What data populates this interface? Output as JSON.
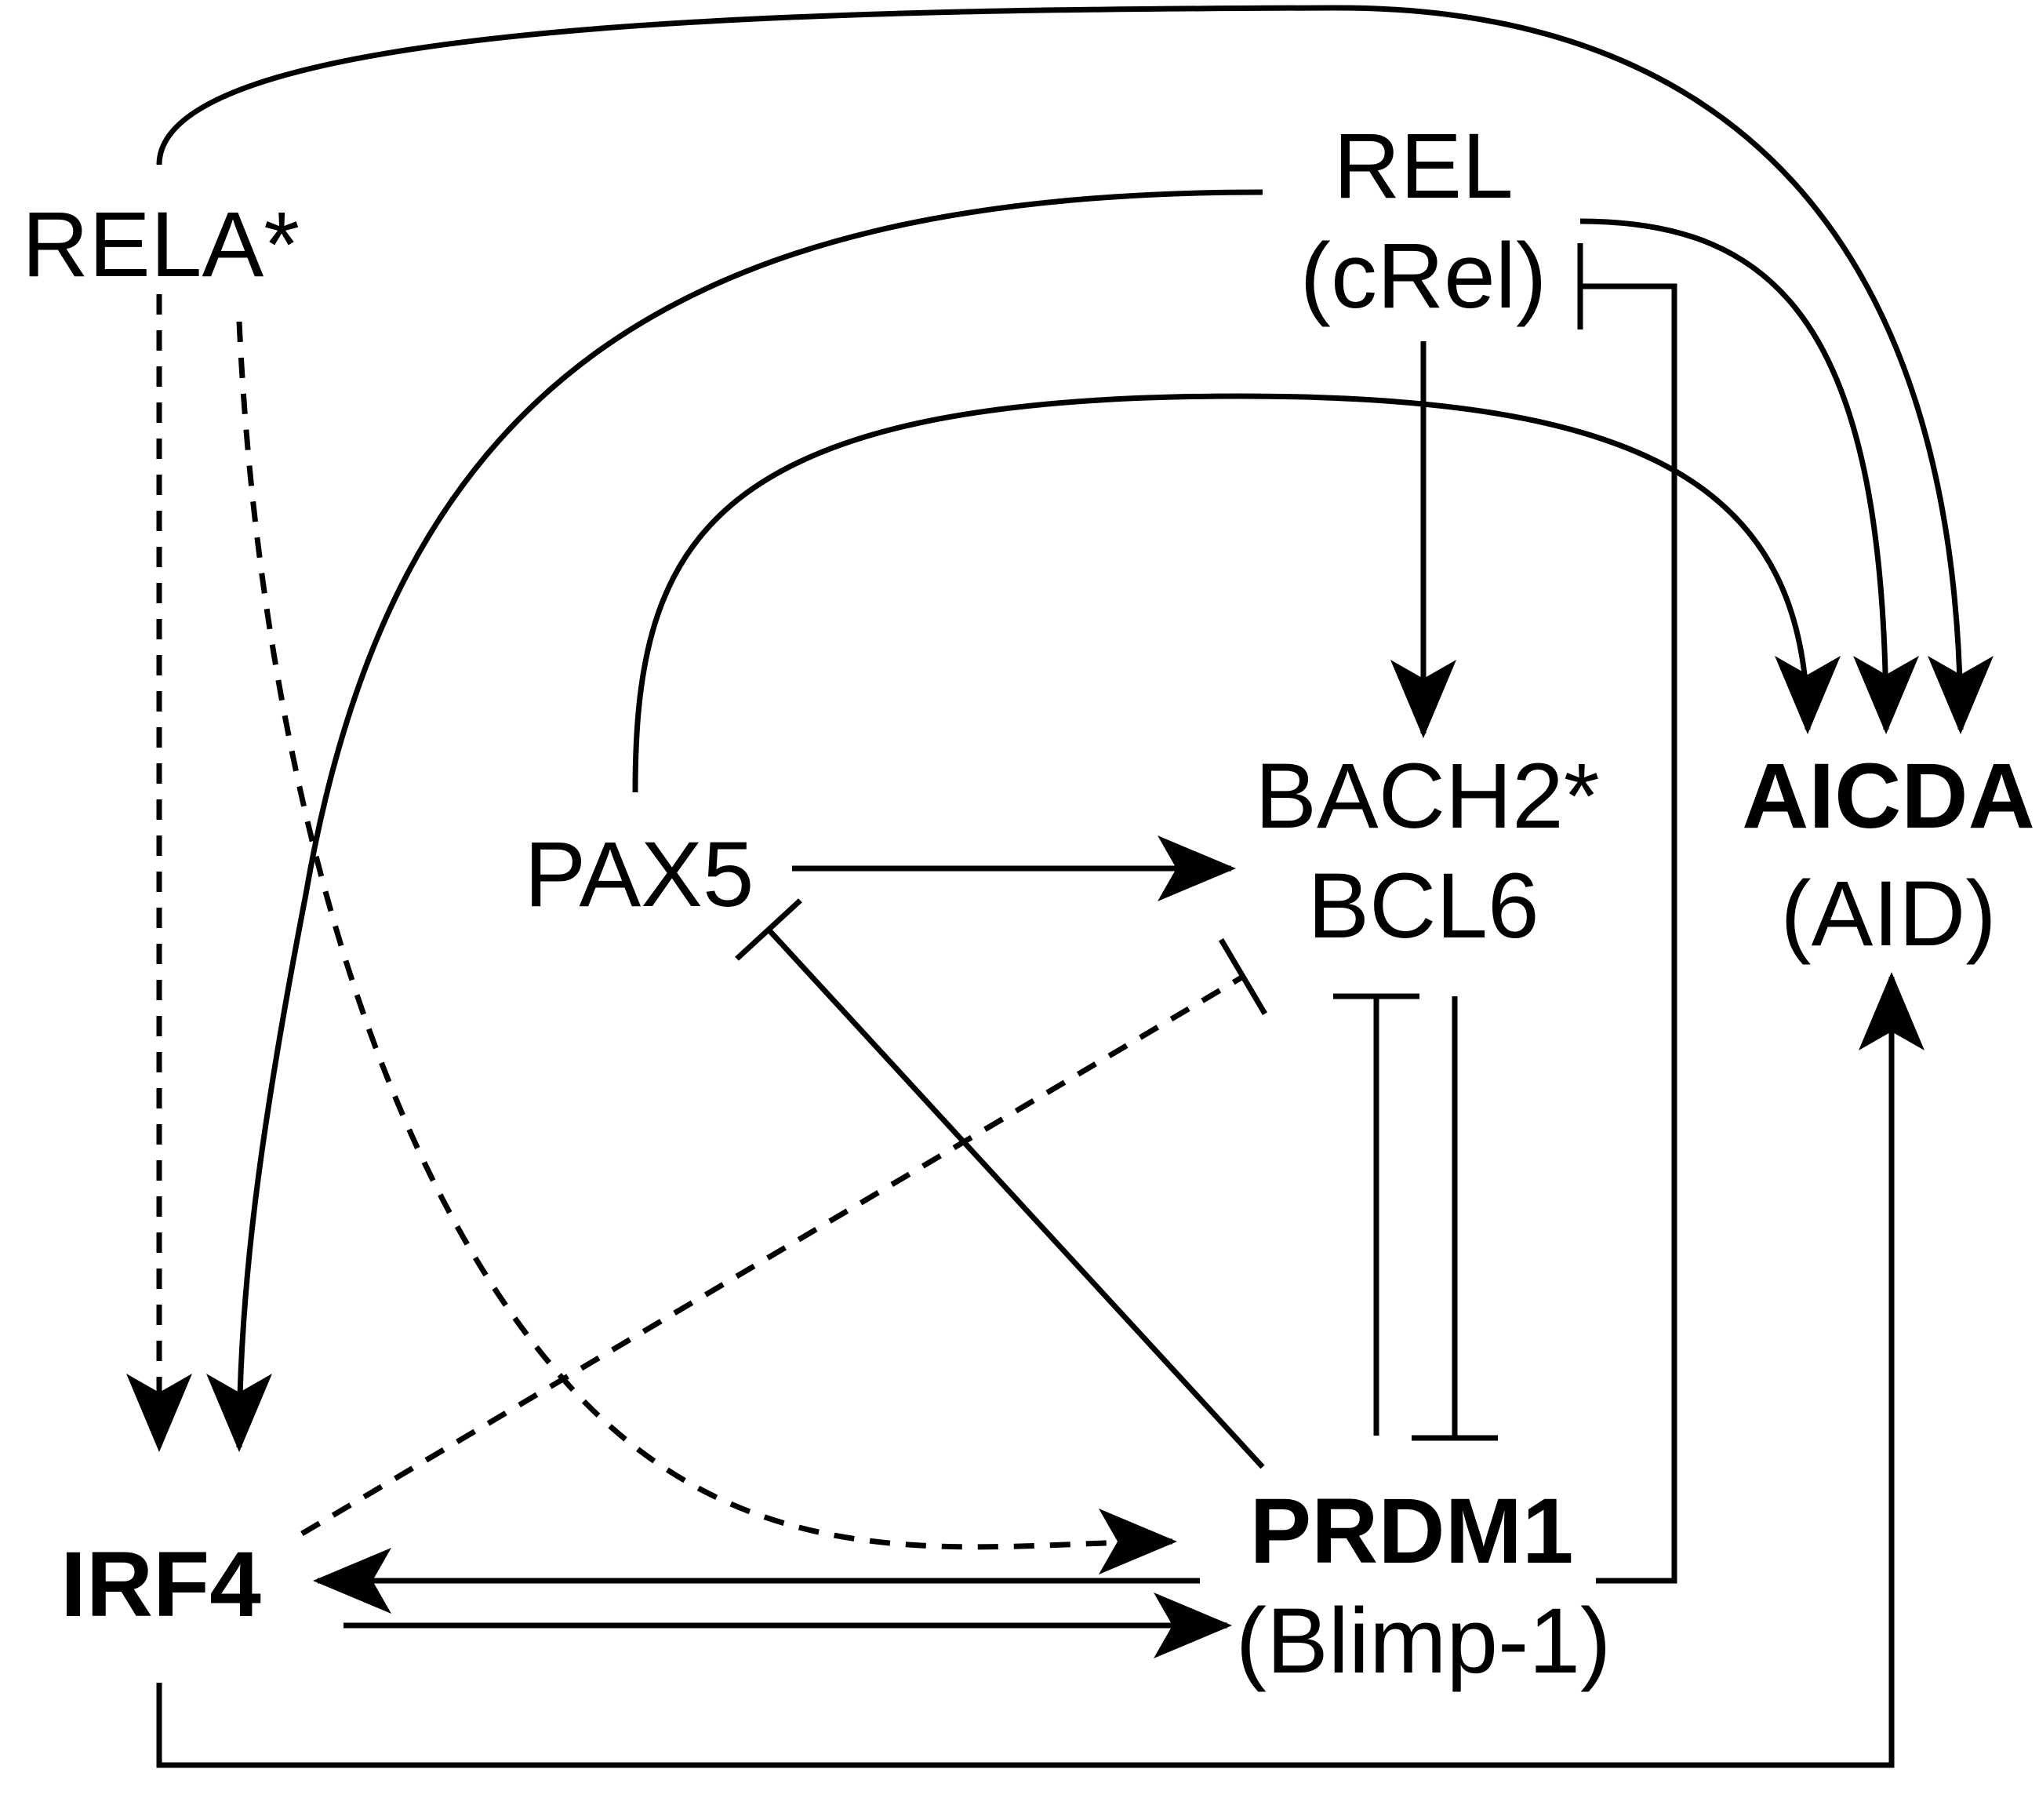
{
  "nodes": {
    "rela": {
      "label": "RELA*"
    },
    "rel": {
      "label": "REL",
      "sublabel": "(cRel)"
    },
    "pax5": {
      "label": "PAX5"
    },
    "bach2_bcl6": {
      "label": "BACH2*",
      "sublabel": "BCL6"
    },
    "aicda": {
      "label": "AICDA",
      "sublabel": "(AID)"
    },
    "irf4": {
      "label": "IRF4"
    },
    "prdm1": {
      "label": "PRDM1",
      "sublabel": "(Blimp-1)"
    }
  },
  "edges": [
    {
      "from": "RELA*",
      "to": "AICDA",
      "type": "activation",
      "style": "solid"
    },
    {
      "from": "RELA*",
      "to": "IRF4",
      "type": "activation",
      "style": "dashed"
    },
    {
      "from": "RELA*",
      "to": "PRDM1",
      "type": "activation",
      "style": "dashed"
    },
    {
      "from": "REL",
      "to": "IRF4",
      "type": "activation",
      "style": "solid"
    },
    {
      "from": "REL",
      "to": "AICDA",
      "type": "activation",
      "style": "solid"
    },
    {
      "from": "REL",
      "to": "BACH2*/BCL6",
      "type": "activation",
      "style": "solid"
    },
    {
      "from": "PRDM1",
      "to": "REL",
      "type": "inhibition",
      "style": "solid"
    },
    {
      "from": "PAX5",
      "to": "AICDA",
      "type": "activation",
      "style": "solid"
    },
    {
      "from": "PAX5",
      "to": "BACH2*/BCL6",
      "type": "activation",
      "style": "solid"
    },
    {
      "from": "PRDM1",
      "to": "PAX5",
      "type": "inhibition",
      "style": "solid"
    },
    {
      "from": "IRF4",
      "to": "BACH2*/BCL6",
      "type": "inhibition",
      "style": "dashed"
    },
    {
      "from": "PRDM1",
      "to": "BACH2*/BCL6",
      "type": "inhibition",
      "style": "solid"
    },
    {
      "from": "BACH2*/BCL6",
      "to": "PRDM1",
      "type": "inhibition",
      "style": "solid"
    },
    {
      "from": "PRDM1",
      "to": "IRF4",
      "type": "activation",
      "style": "solid"
    },
    {
      "from": "IRF4",
      "to": "PRDM1",
      "type": "activation",
      "style": "solid"
    },
    {
      "from": "IRF4",
      "to": "AICDA",
      "type": "activation",
      "style": "solid"
    }
  ]
}
